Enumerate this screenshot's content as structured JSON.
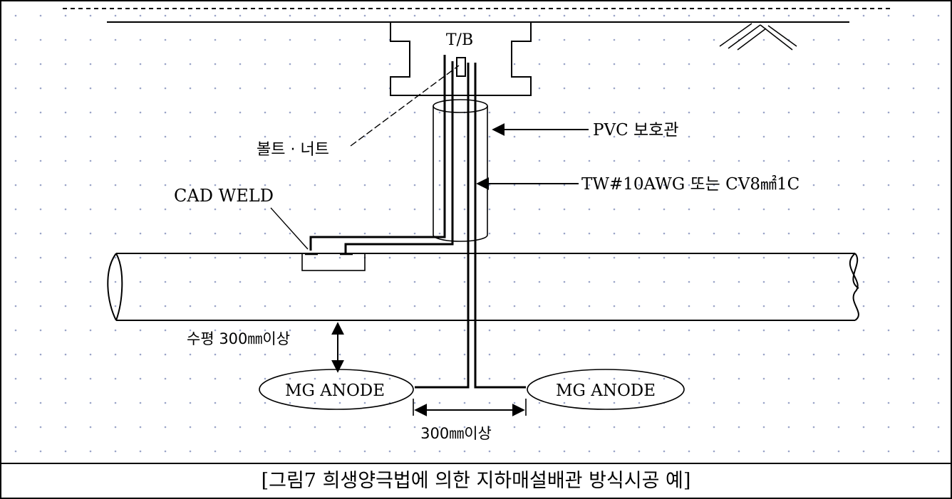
{
  "diagram": {
    "labels": {
      "terminal_box": "T/B",
      "bolt_nut": "볼트 · 너트",
      "pvc_pipe": "PVC 보호관",
      "wire_spec": "TW#10AWG 또는 CV8㎟1C",
      "cad_weld": "CAD WELD",
      "horizontal_distance": "수평 300㎜이상",
      "anode_left": "MG ANODE",
      "anode_right": "MG ANODE",
      "anode_spacing": "300㎜이상"
    },
    "caption": "[그림7 희생양극법에 의한 지하매설배관 방식시공 예]"
  }
}
